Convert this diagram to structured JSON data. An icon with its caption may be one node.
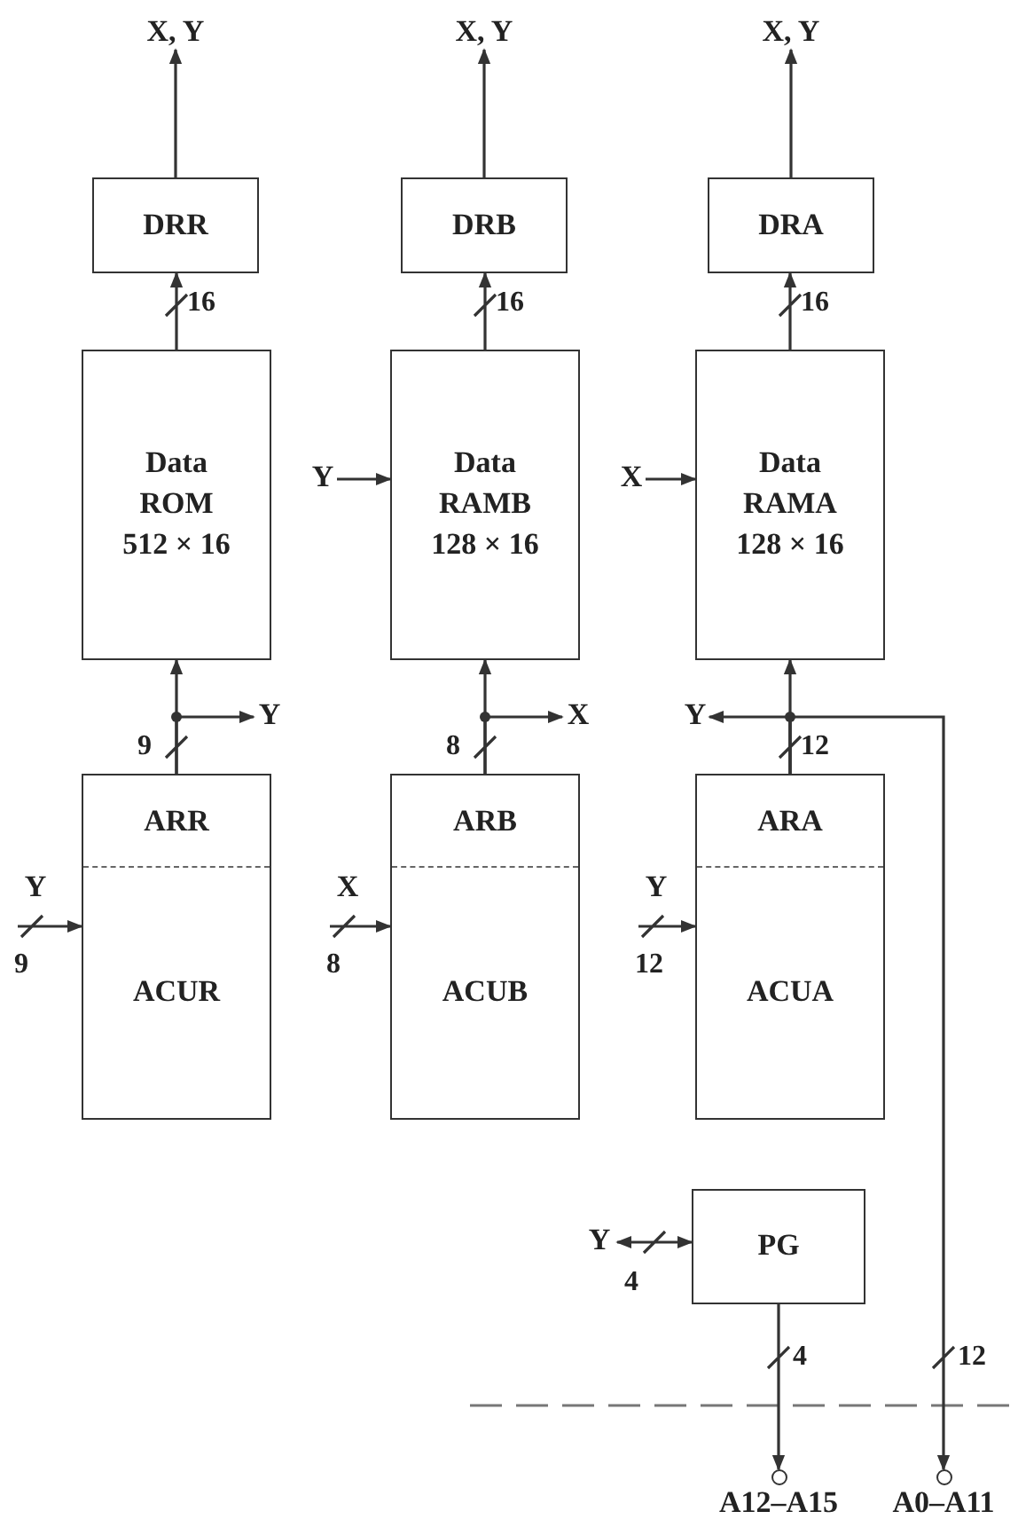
{
  "diagram": {
    "nodes": [
      {
        "text": [
          "X, Y"
        ]
      },
      {
        "text": [
          "X, Y"
        ]
      },
      {
        "text": [
          "X, Y"
        ]
      },
      {
        "text": [
          "DRR"
        ]
      },
      {
        "text": [
          "DRB"
        ]
      },
      {
        "text": [
          "DRA"
        ]
      },
      {
        "text": [
          "Data ROM",
          "512 × 16"
        ]
      },
      {
        "text": [
          "Y"
        ]
      },
      {
        "text": [
          "Data RAMB",
          "128 × 16"
        ]
      },
      {
        "text": [
          "X"
        ]
      },
      {
        "text": [
          "Data RAMA",
          "128 × 16"
        ]
      },
      {
        "text": [
          "Y"
        ]
      },
      {
        "text": [
          "X"
        ]
      },
      {
        "text": [
          "Y"
        ]
      },
      {
        "text": [
          "ARR",
          "ACUR"
        ]
      },
      {
        "text": [
          "ARB",
          "ACUB"
        ]
      },
      {
        "text": [
          "ARA",
          "ACUA"
        ]
      },
      {
        "text": [
          "Y"
        ]
      },
      {
        "text": [
          "X"
        ]
      },
      {
        "text": [
          "Y"
        ]
      },
      {
        "text": [
          "Y"
        ]
      },
      {
        "text": [
          "PG"
        ]
      },
      {
        "text": [
          "A12–A15"
        ]
      },
      {
        "text": [
          "A0–A11"
        ]
      }
    ],
    "edges": [
      {
        "from": 3,
        "to": 0,
        "arrow": "to"
      },
      {
        "from": 4,
        "to": 1,
        "arrow": "to"
      },
      {
        "from": 5,
        "to": 2,
        "arrow": "to"
      },
      {
        "from": 6,
        "to": 3,
        "arrow": "to",
        "label": "16"
      },
      {
        "from": 8,
        "to": 4,
        "arrow": "to",
        "label": "16"
      },
      {
        "from": 10,
        "to": 5,
        "arrow": "to",
        "label": "16"
      },
      {
        "from": 7,
        "to": 8,
        "arrow": "to"
      },
      {
        "from": 9,
        "to": 10,
        "arrow": "to"
      },
      {
        "from": 14,
        "to": 6,
        "arrow": "to",
        "label": "9"
      },
      {
        "from": 14,
        "to": 11,
        "arrow": "to"
      },
      {
        "from": 15,
        "to": 8,
        "arrow": "to",
        "label": "8"
      },
      {
        "from": 15,
        "to": 12,
        "arrow": "to"
      },
      {
        "from": 16,
        "to": 10,
        "arrow": "to",
        "label": "12"
      },
      {
        "from": 16,
        "to": 13,
        "arrow": "to"
      },
      {
        "from": 16,
        "to": 23,
        "arrow": "to",
        "label": "12"
      },
      {
        "from": 17,
        "to": 14,
        "arrow": "to",
        "label": "9"
      },
      {
        "from": 18,
        "to": 15,
        "arrow": "to",
        "label": "8"
      },
      {
        "from": 19,
        "to": 16,
        "arrow": "to",
        "label": "12"
      },
      {
        "from": 20,
        "to": 21,
        "arrow": "both",
        "label": "4"
      },
      {
        "from": 21,
        "to": 22,
        "arrow": "to",
        "label": "4"
      }
    ]
  }
}
